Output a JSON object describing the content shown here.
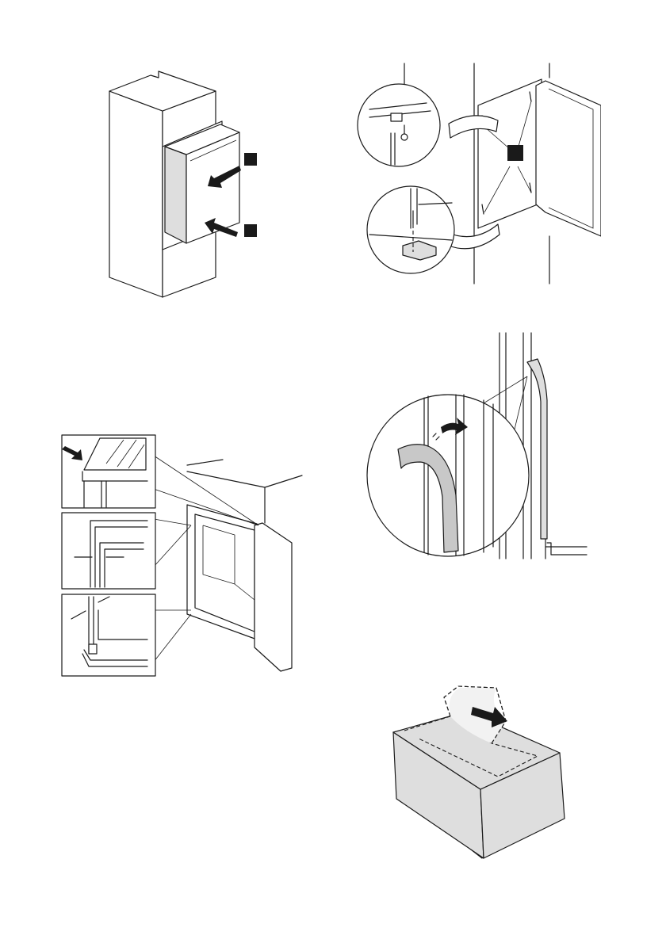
{
  "page": {
    "background": "#ffffff"
  },
  "figures": {
    "cabinet_insert": {
      "icon": "appliance-push-into-niche",
      "markers": 2
    },
    "screw_fixing": {
      "icon": "hinge-screw-detail",
      "markers": 1
    },
    "door_gap_detail": {
      "icon": "door-gap-callouts",
      "callouts": 3
    },
    "seal_strip": {
      "icon": "seal-strip-press-in"
    },
    "tape_removal": {
      "icon": "peel-tape-box"
    }
  },
  "colors": {
    "line": "#1a1a1a",
    "fill_gray": "#dedede",
    "marker": "#1a1a1a"
  }
}
